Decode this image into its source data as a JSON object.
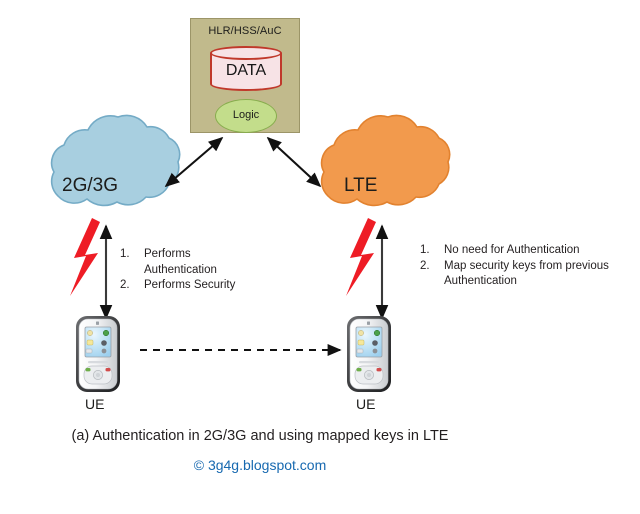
{
  "diagram": {
    "core_node": {
      "title": "HLR/HSS/AuC",
      "database_label": "DATA",
      "logic_label": "Logic",
      "box_color": "#c1ba8c",
      "database_fill": "#f7e3e6",
      "database_stroke": "#c0392b",
      "logic_fill": "#c3dd8b",
      "logic_stroke": "#88ad4e"
    },
    "networks": [
      {
        "id": "legacy",
        "label": "2G/3G",
        "color": "#a8cfe0",
        "stroke": "#6fa9c4"
      },
      {
        "id": "lte",
        "label": "LTE",
        "color": "#f29a4d",
        "stroke": "#e07f2c"
      }
    ],
    "devices": [
      {
        "id": "ue-left",
        "label": "UE"
      },
      {
        "id": "ue-right",
        "label": "UE"
      }
    ],
    "steps_left": [
      {
        "num": "1.",
        "text": "Performs Authentication"
      },
      {
        "num": "2.",
        "text": "Performs Security"
      }
    ],
    "steps_right": [
      {
        "num": "1.",
        "text": "No need for Authentication"
      },
      {
        "num": "2.",
        "text": "Map security keys from previous Authentication"
      }
    ],
    "connectors": {
      "core_to_legacy": "bidirectional-arrow",
      "core_to_lte": "bidirectional-arrow",
      "legacy_to_ue": "bidirectional-arrow",
      "lte_to_ue": "bidirectional-arrow",
      "ue_to_ue": "dashed-arrow-right",
      "radio_link_color": "#ee1c25"
    },
    "caption": "(a) Authentication in 2G/3G and using mapped keys in LTE",
    "credit": "© 3g4g.blogspot.com",
    "credit_color": "#1769b0"
  }
}
